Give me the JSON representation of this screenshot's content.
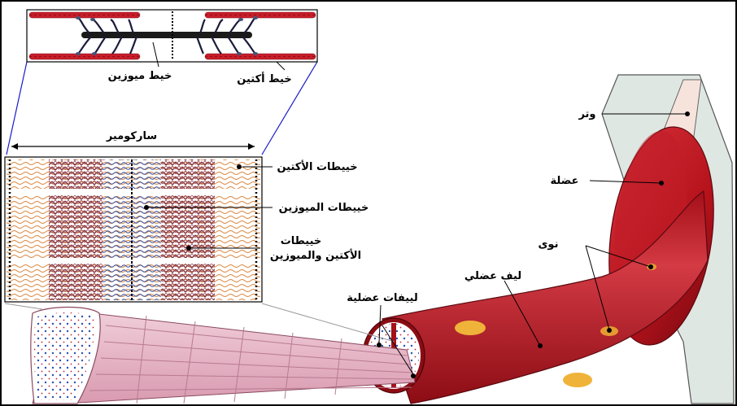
{
  "labels": {
    "myosin_filament": "خيط ميوزين",
    "actin_filament": "خيط أكتين",
    "sarcomere": "ساركومير",
    "actin_filaments": "خييطات الأكتين",
    "myosin_filaments": "خييطات الميوزين",
    "actin_myosin_line1": "خييطات",
    "actin_myosin_line2": "الأكتين والميوزين",
    "myofibrils": "لييفات عضلية",
    "muscle_fiber": "ليف عضلي",
    "tendon": "وتر",
    "muscle": "عضلة",
    "nuclei": "نوى"
  },
  "colors": {
    "muscle_red": "#b5121b",
    "actin_orange": "#d9853b",
    "myosin_blue": "#3b4f9a",
    "band_maroon": "#7a2a3a",
    "fiber_pink": "#e8b4c6",
    "limb_green": "#dfe7e2",
    "nucleus_yellow": "#f0b33a",
    "zoom_line_blue": "#1a1acc"
  }
}
